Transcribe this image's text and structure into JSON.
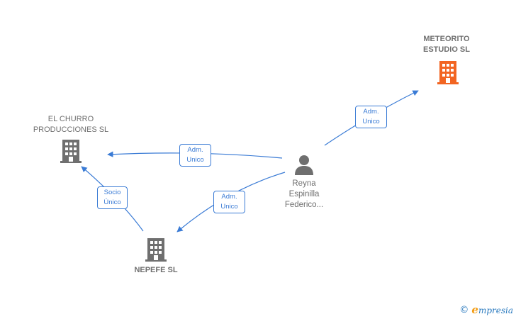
{
  "colors": {
    "edge": "#3a7bd5",
    "company": "#6f6f6f",
    "highlight": "#f26522",
    "person": "#6f6f6f"
  },
  "nodes": {
    "meteorito": {
      "label": "METEORITO\nESTUDIO  SL",
      "icon": "building-icon",
      "color": "#f26522"
    },
    "churro": {
      "label": "EL CHURRO\nPRODUCCIONES SL",
      "icon": "building-icon",
      "color": "#6f6f6f"
    },
    "nepefe": {
      "label": "NEPEFE SL",
      "icon": "building-icon",
      "color": "#6f6f6f"
    },
    "reyna": {
      "label": "Reyna\nEspinilla\nFederico...",
      "icon": "person-icon",
      "color": "#6f6f6f"
    }
  },
  "edges": {
    "reyna_meteorito": {
      "label": "Adm.\nUnico"
    },
    "reyna_churro": {
      "label": "Adm.\nUnico"
    },
    "reyna_nepefe": {
      "label": "Adm.\nUnico"
    },
    "nepefe_churro": {
      "label": "Socio\nÚnico"
    }
  },
  "brand": {
    "copyright": "©",
    "name_initial": "e",
    "name_rest": "mpresia"
  }
}
